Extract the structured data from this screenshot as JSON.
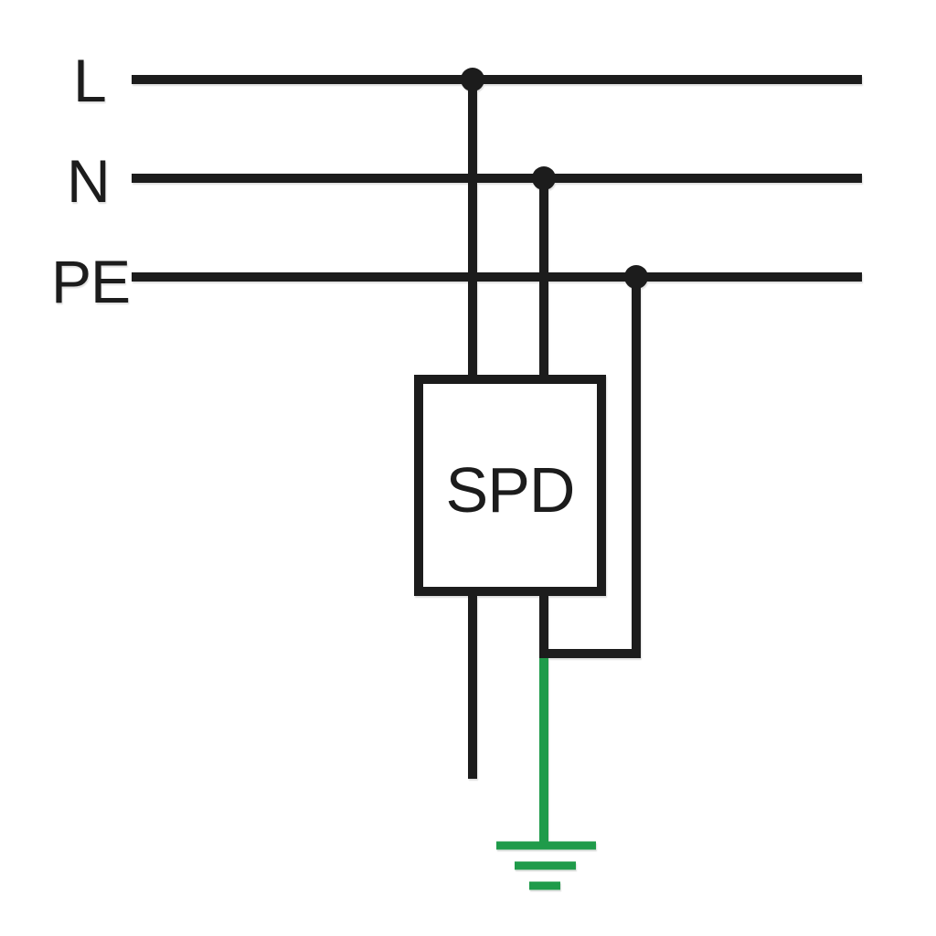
{
  "diagram": {
    "labels": {
      "line": "L",
      "neutral": "N",
      "earth": "PE",
      "device": "SPD"
    },
    "colors": {
      "conductor": "#1c1c1c",
      "earth_conductor": "#1f9b4a",
      "background": "#ffffff"
    }
  }
}
